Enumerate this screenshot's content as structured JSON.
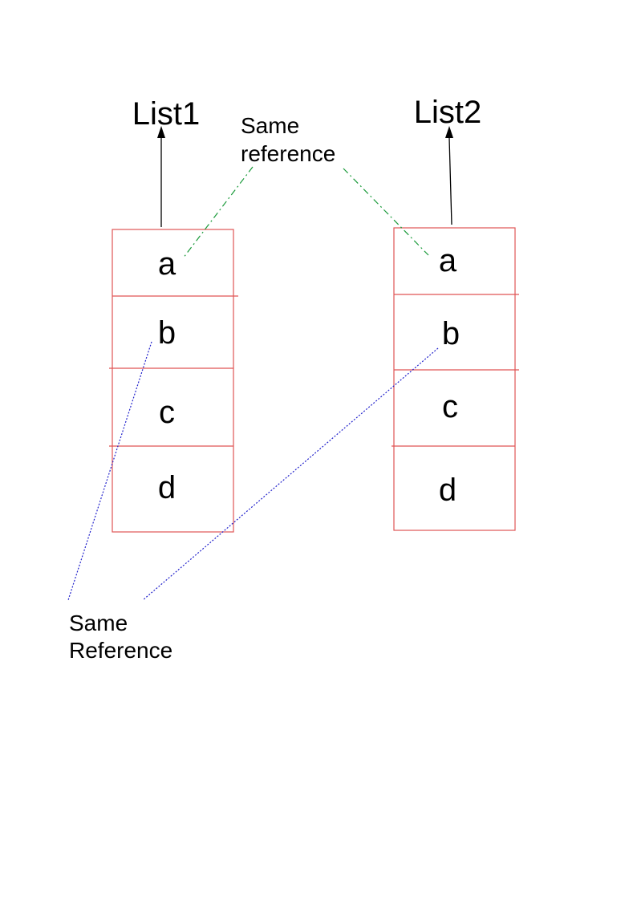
{
  "lists": [
    {
      "title": "List1",
      "items": [
        "a",
        "b",
        "c",
        "d"
      ]
    },
    {
      "title": "List2",
      "items": [
        "a",
        "b",
        "c",
        "d"
      ]
    }
  ],
  "notes": {
    "top": {
      "line1": "Same",
      "line2": "reference"
    },
    "bottom": {
      "line1": "Same",
      "line2": "Reference"
    }
  },
  "colors": {
    "cell_border": "#e05555",
    "arrow": "#000000",
    "top_connector": "#1a9a3a",
    "bottom_connector": "#2222cc",
    "text": "#000000"
  }
}
